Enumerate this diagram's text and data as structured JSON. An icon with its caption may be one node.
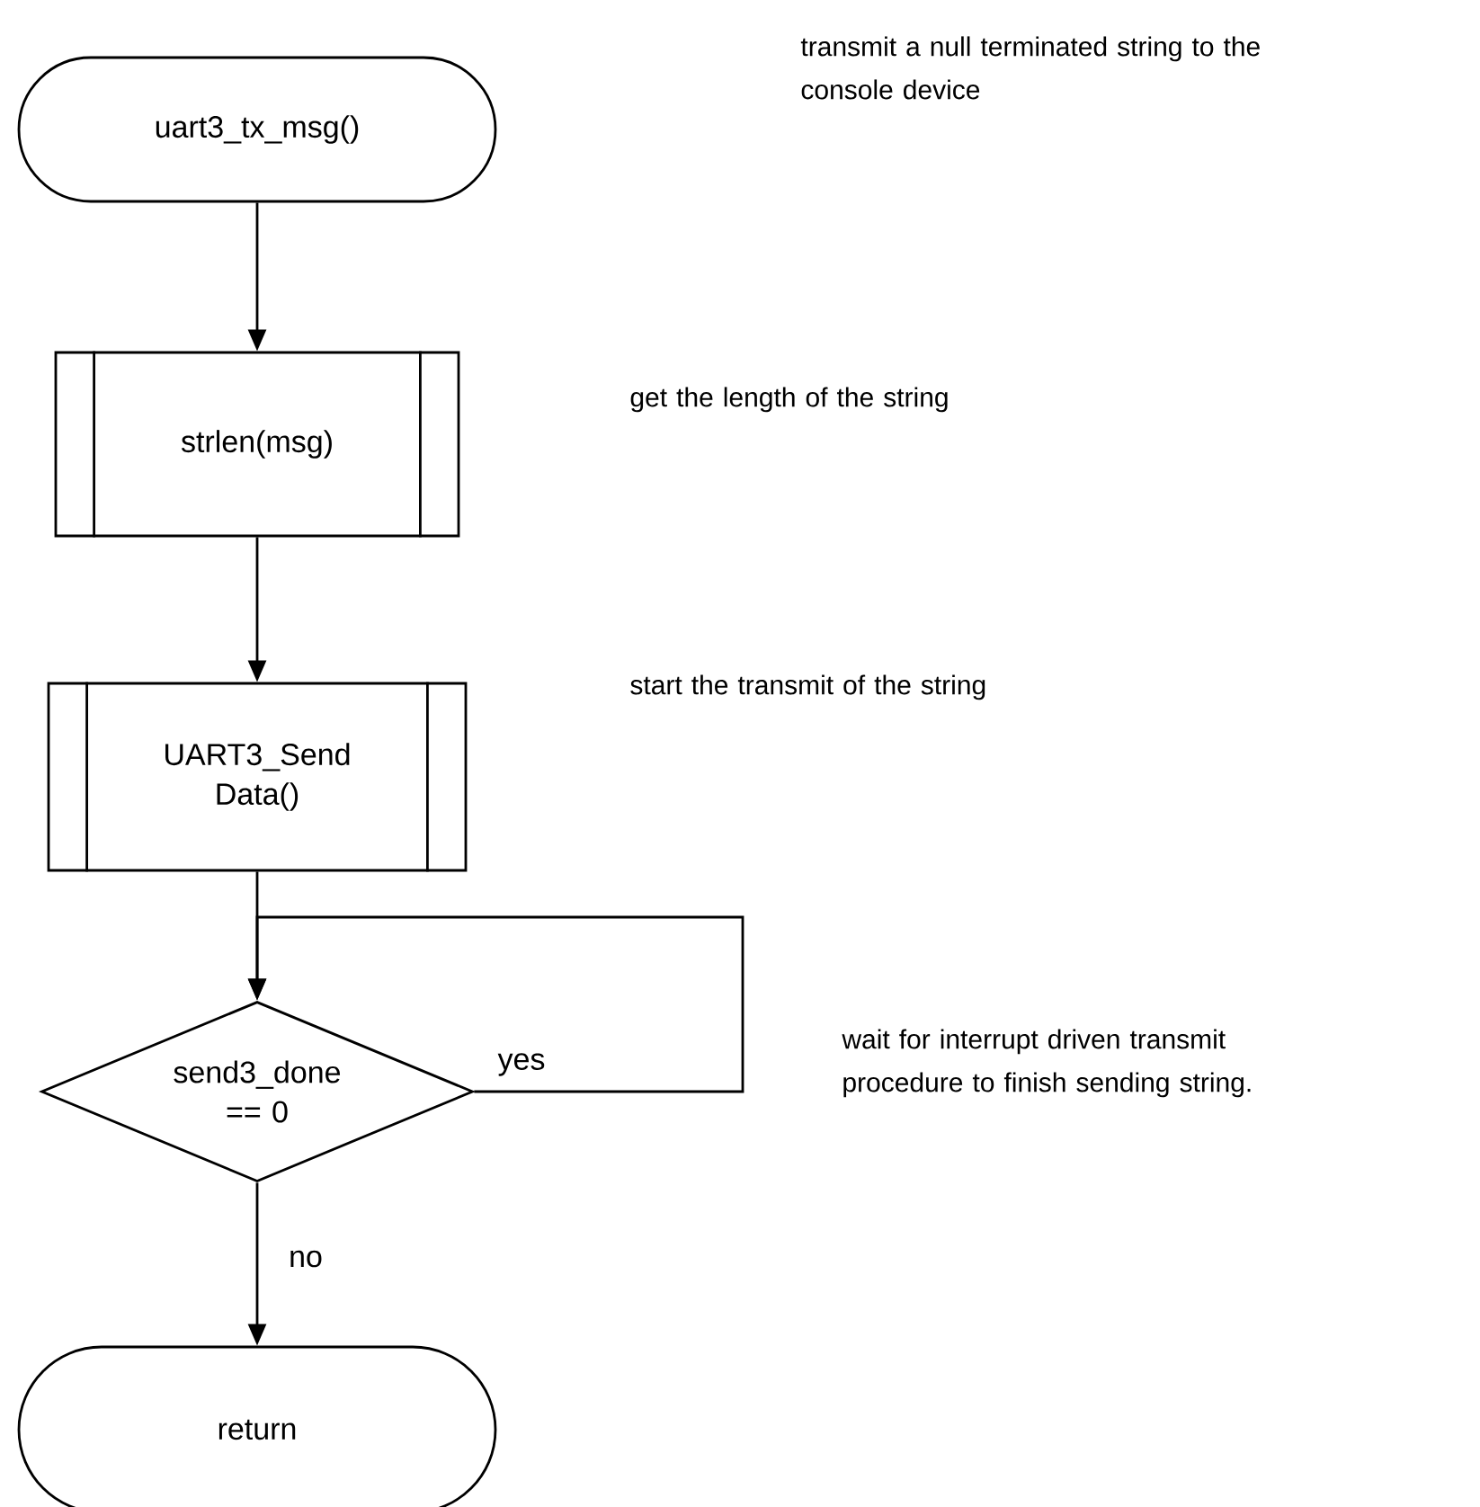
{
  "diagram": {
    "nodes": [
      {
        "text": [
          "uart3_tx_msg()"
        ]
      },
      {
        "text": [
          "strlen(msg)"
        ]
      },
      {
        "text": [
          "UART3_Send Data()"
        ]
      },
      {
        "text": [
          "send3_done == 0"
        ]
      },
      {
        "text": [
          "return"
        ]
      }
    ],
    "edges": [
      {
        "from": 0,
        "to": 1,
        "arrow": "to"
      },
      {
        "from": 1,
        "to": 2,
        "arrow": "to"
      },
      {
        "from": 2,
        "to": 3,
        "arrow": "to"
      },
      {
        "from": 3,
        "to": 3,
        "arrow": "to",
        "label": "yes"
      },
      {
        "from": 3,
        "to": 4,
        "arrow": "to",
        "label": "no"
      }
    ],
    "labels": [
      "transmit a null terminated string to the console device",
      "get the length of the string",
      "start the transmit of the string",
      "wait for interrupt driven transmit procedure to finish sending string."
    ]
  }
}
